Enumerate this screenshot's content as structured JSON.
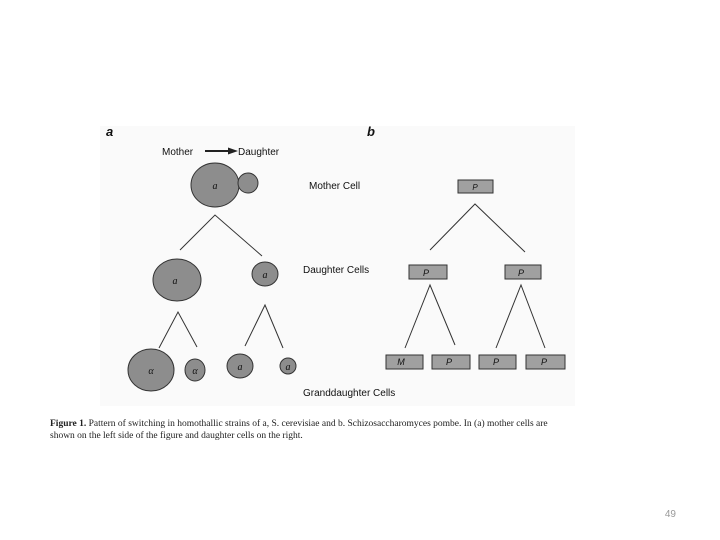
{
  "panel_a": {
    "letter": "a",
    "legend": {
      "mother": "Mother",
      "daughter": "Daughter"
    },
    "mother_cell": {
      "label": "a"
    },
    "daughters": [
      {
        "label": "a"
      },
      {
        "label": "a"
      }
    ],
    "granddaughters": [
      {
        "label": "α"
      },
      {
        "label": "α"
      },
      {
        "label": "a"
      },
      {
        "label": "a"
      }
    ]
  },
  "panel_b": {
    "letter": "b",
    "mother_cell": {
      "label": "P"
    },
    "daughters": [
      {
        "label": "P"
      },
      {
        "label": "P"
      }
    ],
    "granddaughters": [
      {
        "label": "M"
      },
      {
        "label": "P"
      },
      {
        "label": "P"
      },
      {
        "label": "P"
      }
    ]
  },
  "row_labels": {
    "mother": "Mother Cell",
    "daughter": "Daughter Cells",
    "granddaughter": "Granddaughter Cells"
  },
  "caption": {
    "figure_label": "Figure 1.",
    "title": "Pattern of switching in homothallic strains of a, S. cerevisiae and b. Schizosaccharomyces pombe. In (a) mother cells are",
    "line2": "shown on the left side of the figure and daughter cells on the right."
  },
  "page_number": "49",
  "colors": {
    "cell_fill": "#8d8d8d",
    "cell_stroke": "#333333",
    "box_fill": "#a0a0a0",
    "line": "#333333"
  }
}
